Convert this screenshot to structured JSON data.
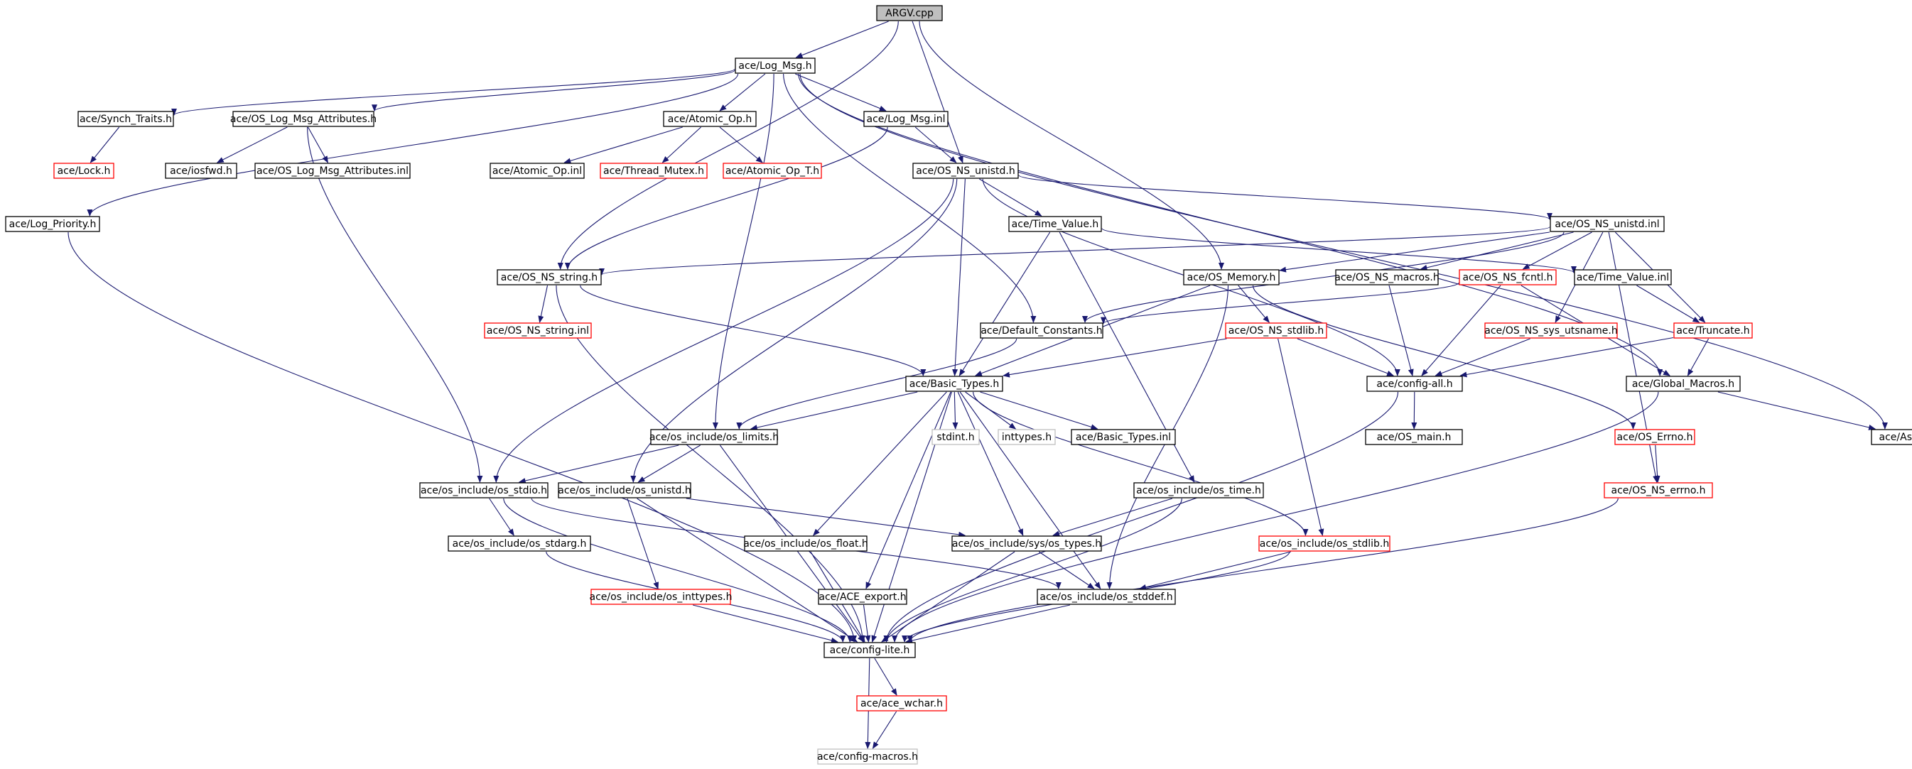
{
  "diagram": {
    "edge_color": "#191970",
    "nodes": [
      {
        "id": "argv_cpp",
        "label": "ARGV.cpp",
        "style": "root"
      },
      {
        "id": "log_msg_h",
        "label": "ace/Log_Msg.h",
        "style": "normal"
      },
      {
        "id": "synch_traits_h",
        "label": "ace/Synch_Traits.h",
        "style": "normal"
      },
      {
        "id": "os_log_msg_attributes_h",
        "label": "ace/OS_Log_Msg_Attributes.h",
        "style": "normal"
      },
      {
        "id": "atomic_op_h",
        "label": "ace/Atomic_Op.h",
        "style": "normal"
      },
      {
        "id": "log_msg_inl",
        "label": "ace/Log_Msg.inl",
        "style": "normal"
      },
      {
        "id": "lock_h",
        "label": "ace/Lock.h",
        "style": "red"
      },
      {
        "id": "iosfwd_h",
        "label": "ace/iosfwd.h",
        "style": "normal"
      },
      {
        "id": "os_log_msg_attributes_inl",
        "label": "ace/OS_Log_Msg_Attributes.inl",
        "style": "normal"
      },
      {
        "id": "atomic_op_inl",
        "label": "ace/Atomic_Op.inl",
        "style": "normal"
      },
      {
        "id": "thread_mutex_h",
        "label": "ace/Thread_Mutex.h",
        "style": "red"
      },
      {
        "id": "atomic_op_t_h",
        "label": "ace/Atomic_Op_T.h",
        "style": "red"
      },
      {
        "id": "os_ns_unistd_h",
        "label": "ace/OS_NS_unistd.h",
        "style": "normal"
      },
      {
        "id": "log_priority_h",
        "label": "ace/Log_Priority.h",
        "style": "normal"
      },
      {
        "id": "time_value_h",
        "label": "ace/Time_Value.h",
        "style": "normal"
      },
      {
        "id": "os_ns_unistd_inl",
        "label": "ace/OS_NS_unistd.inl",
        "style": "normal"
      },
      {
        "id": "os_ns_string_h",
        "label": "ace/OS_NS_string.h",
        "style": "normal"
      },
      {
        "id": "os_memory_h",
        "label": "ace/OS_Memory.h",
        "style": "normal"
      },
      {
        "id": "os_ns_macros_h",
        "label": "ace/OS_NS_macros.h",
        "style": "normal"
      },
      {
        "id": "os_ns_fcntl_h",
        "label": "ace/OS_NS_fcntl.h",
        "style": "red"
      },
      {
        "id": "time_value_inl",
        "label": "ace/Time_Value.inl",
        "style": "normal"
      },
      {
        "id": "os_ns_string_inl",
        "label": "ace/OS_NS_string.inl",
        "style": "red"
      },
      {
        "id": "default_constants_h",
        "label": "ace/Default_Constants.h",
        "style": "normal"
      },
      {
        "id": "os_ns_stdlib_h",
        "label": "ace/OS_NS_stdlib.h",
        "style": "red"
      },
      {
        "id": "os_ns_sys_utsname_h",
        "label": "ace/OS_NS_sys_utsname.h",
        "style": "red"
      },
      {
        "id": "truncate_h",
        "label": "ace/Truncate.h",
        "style": "red"
      },
      {
        "id": "basic_types_h",
        "label": "ace/Basic_Types.h",
        "style": "normal"
      },
      {
        "id": "config_all_h",
        "label": "ace/config-all.h",
        "style": "normal"
      },
      {
        "id": "global_macros_h",
        "label": "ace/Global_Macros.h",
        "style": "normal"
      },
      {
        "id": "os_limits_h",
        "label": "ace/os_include/os_limits.h",
        "style": "normal"
      },
      {
        "id": "stdint_h",
        "label": "stdint.h",
        "style": "gray"
      },
      {
        "id": "inttypes_h",
        "label": "inttypes.h",
        "style": "gray"
      },
      {
        "id": "basic_types_inl",
        "label": "ace/Basic_Types.inl",
        "style": "normal"
      },
      {
        "id": "os_main_h",
        "label": "ace/OS_main.h",
        "style": "normal"
      },
      {
        "id": "os_errno_h",
        "label": "ace/OS_Errno.h",
        "style": "red"
      },
      {
        "id": "assert_h",
        "label": "ace/Assert.h",
        "style": "normal"
      },
      {
        "id": "os_stdio_h",
        "label": "ace/os_include/os_stdio.h",
        "style": "normal"
      },
      {
        "id": "os_unistd_h",
        "label": "ace/os_include/os_unistd.h",
        "style": "normal"
      },
      {
        "id": "os_time_h",
        "label": "ace/os_include/os_time.h",
        "style": "normal"
      },
      {
        "id": "os_ns_errno_h",
        "label": "ace/OS_NS_errno.h",
        "style": "red"
      },
      {
        "id": "os_stdarg_h",
        "label": "ace/os_include/os_stdarg.h",
        "style": "normal"
      },
      {
        "id": "os_float_h",
        "label": "ace/os_include/os_float.h",
        "style": "normal"
      },
      {
        "id": "os_types_h",
        "label": "ace/os_include/sys/os_types.h",
        "style": "normal"
      },
      {
        "id": "os_stdlib_h",
        "label": "ace/os_include/os_stdlib.h",
        "style": "red"
      },
      {
        "id": "os_inttypes_h",
        "label": "ace/os_include/os_inttypes.h",
        "style": "red"
      },
      {
        "id": "ace_export_h",
        "label": "ace/ACE_export.h",
        "style": "normal"
      },
      {
        "id": "os_stddef_h",
        "label": "ace/os_include/os_stddef.h",
        "style": "normal"
      },
      {
        "id": "config_lite_h",
        "label": "ace/config-lite.h",
        "style": "normal"
      },
      {
        "id": "ace_wchar_h",
        "label": "ace/ace_wchar.h",
        "style": "red"
      },
      {
        "id": "config_macros_h",
        "label": "ace/config-macros.h",
        "style": "gray"
      }
    ],
    "edges": [
      [
        "argv_cpp",
        "log_msg_h"
      ],
      [
        "argv_cpp",
        "os_ns_string_h"
      ],
      [
        "argv_cpp",
        "os_ns_unistd_h"
      ],
      [
        "argv_cpp",
        "os_memory_h"
      ],
      [
        "log_msg_h",
        "synch_traits_h"
      ],
      [
        "log_msg_h",
        "os_log_msg_attributes_h"
      ],
      [
        "log_msg_h",
        "atomic_op_h"
      ],
      [
        "log_msg_h",
        "log_msg_inl"
      ],
      [
        "log_msg_h",
        "log_priority_h"
      ],
      [
        "log_msg_h",
        "default_constants_h"
      ],
      [
        "log_msg_h",
        "os_limits_h"
      ],
      [
        "log_msg_h",
        "global_macros_h"
      ],
      [
        "log_msg_h",
        "assert_h"
      ],
      [
        "synch_traits_h",
        "lock_h"
      ],
      [
        "os_log_msg_attributes_h",
        "iosfwd_h"
      ],
      [
        "os_log_msg_attributes_h",
        "os_log_msg_attributes_inl"
      ],
      [
        "os_log_msg_attributes_h",
        "os_stdio_h"
      ],
      [
        "atomic_op_h",
        "atomic_op_inl"
      ],
      [
        "atomic_op_h",
        "thread_mutex_h"
      ],
      [
        "atomic_op_h",
        "atomic_op_t_h"
      ],
      [
        "log_msg_inl",
        "os_ns_unistd_h"
      ],
      [
        "log_msg_inl",
        "os_ns_string_h"
      ],
      [
        "os_ns_unistd_h",
        "time_value_h"
      ],
      [
        "os_ns_unistd_h",
        "os_ns_unistd_inl"
      ],
      [
        "os_ns_unistd_h",
        "basic_types_h"
      ],
      [
        "os_ns_unistd_h",
        "config_all_h"
      ],
      [
        "os_ns_unistd_h",
        "os_stdio_h"
      ],
      [
        "os_ns_unistd_h",
        "os_unistd_h"
      ],
      [
        "time_value_h",
        "time_value_inl"
      ],
      [
        "time_value_h",
        "basic_types_h"
      ],
      [
        "time_value_h",
        "os_time_h"
      ],
      [
        "os_ns_unistd_inl",
        "os_ns_string_h"
      ],
      [
        "os_ns_unistd_inl",
        "os_memory_h"
      ],
      [
        "os_ns_unistd_inl",
        "os_ns_macros_h"
      ],
      [
        "os_ns_unistd_inl",
        "os_ns_fcntl_h"
      ],
      [
        "os_ns_unistd_inl",
        "default_constants_h"
      ],
      [
        "os_ns_unistd_inl",
        "os_ns_sys_utsname_h"
      ],
      [
        "os_ns_unistd_inl",
        "truncate_h"
      ],
      [
        "os_ns_unistd_inl",
        "os_ns_errno_h"
      ],
      [
        "os_ns_string_h",
        "os_ns_string_inl"
      ],
      [
        "os_ns_string_h",
        "basic_types_h"
      ],
      [
        "os_ns_string_h",
        "config_lite_h"
      ],
      [
        "os_memory_h",
        "os_ns_stdlib_h"
      ],
      [
        "os_memory_h",
        "basic_types_h"
      ],
      [
        "os_memory_h",
        "os_errno_h"
      ],
      [
        "os_memory_h",
        "os_stddef_h"
      ],
      [
        "os_ns_macros_h",
        "config_all_h"
      ],
      [
        "os_ns_fcntl_h",
        "default_constants_h"
      ],
      [
        "os_ns_fcntl_h",
        "config_all_h"
      ],
      [
        "os_ns_fcntl_h",
        "global_macros_h"
      ],
      [
        "time_value_inl",
        "truncate_h"
      ],
      [
        "default_constants_h",
        "os_limits_h"
      ],
      [
        "os_ns_stdlib_h",
        "basic_types_h"
      ],
      [
        "os_ns_stdlib_h",
        "config_all_h"
      ],
      [
        "os_ns_stdlib_h",
        "os_stdlib_h"
      ],
      [
        "os_ns_sys_utsname_h",
        "config_all_h"
      ],
      [
        "truncate_h",
        "config_all_h"
      ],
      [
        "truncate_h",
        "global_macros_h"
      ],
      [
        "basic_types_h",
        "os_limits_h"
      ],
      [
        "basic_types_h",
        "stdint_h"
      ],
      [
        "basic_types_h",
        "inttypes_h"
      ],
      [
        "basic_types_h",
        "basic_types_inl"
      ],
      [
        "basic_types_h",
        "os_float_h"
      ],
      [
        "basic_types_h",
        "ace_export_h"
      ],
      [
        "basic_types_h",
        "os_types_h"
      ],
      [
        "basic_types_h",
        "os_stddef_h"
      ],
      [
        "basic_types_h",
        "os_stdlib_h"
      ],
      [
        "basic_types_h",
        "config_lite_h"
      ],
      [
        "config_all_h",
        "os_main_h"
      ],
      [
        "config_all_h",
        "config_lite_h"
      ],
      [
        "global_macros_h",
        "assert_h"
      ],
      [
        "global_macros_h",
        "config_lite_h"
      ],
      [
        "os_limits_h",
        "os_stdio_h"
      ],
      [
        "os_limits_h",
        "os_unistd_h"
      ],
      [
        "os_limits_h",
        "config_lite_h"
      ],
      [
        "os_errno_h",
        "os_ns_errno_h"
      ],
      [
        "os_stdio_h",
        "os_stdarg_h"
      ],
      [
        "os_stdio_h",
        "os_stddef_h"
      ],
      [
        "os_stdio_h",
        "config_lite_h"
      ],
      [
        "os_unistd_h",
        "os_types_h"
      ],
      [
        "os_unistd_h",
        "os_inttypes_h"
      ],
      [
        "os_unistd_h",
        "config_lite_h"
      ],
      [
        "os_time_h",
        "os_types_h"
      ],
      [
        "os_time_h",
        "config_lite_h"
      ],
      [
        "os_ns_errno_h",
        "config_lite_h"
      ],
      [
        "os_stdarg_h",
        "config_lite_h"
      ],
      [
        "os_float_h",
        "config_lite_h"
      ],
      [
        "os_types_h",
        "os_stddef_h"
      ],
      [
        "os_types_h",
        "config_lite_h"
      ],
      [
        "os_stdlib_h",
        "os_stddef_h"
      ],
      [
        "os_stdlib_h",
        "config_lite_h"
      ],
      [
        "os_inttypes_h",
        "config_lite_h"
      ],
      [
        "ace_export_h",
        "config_lite_h"
      ],
      [
        "os_stddef_h",
        "config_lite_h"
      ],
      [
        "log_priority_h",
        "config_lite_h"
      ],
      [
        "config_lite_h",
        "ace_wchar_h"
      ],
      [
        "config_lite_h",
        "config_macros_h"
      ],
      [
        "ace_wchar_h",
        "config_macros_h"
      ]
    ]
  }
}
